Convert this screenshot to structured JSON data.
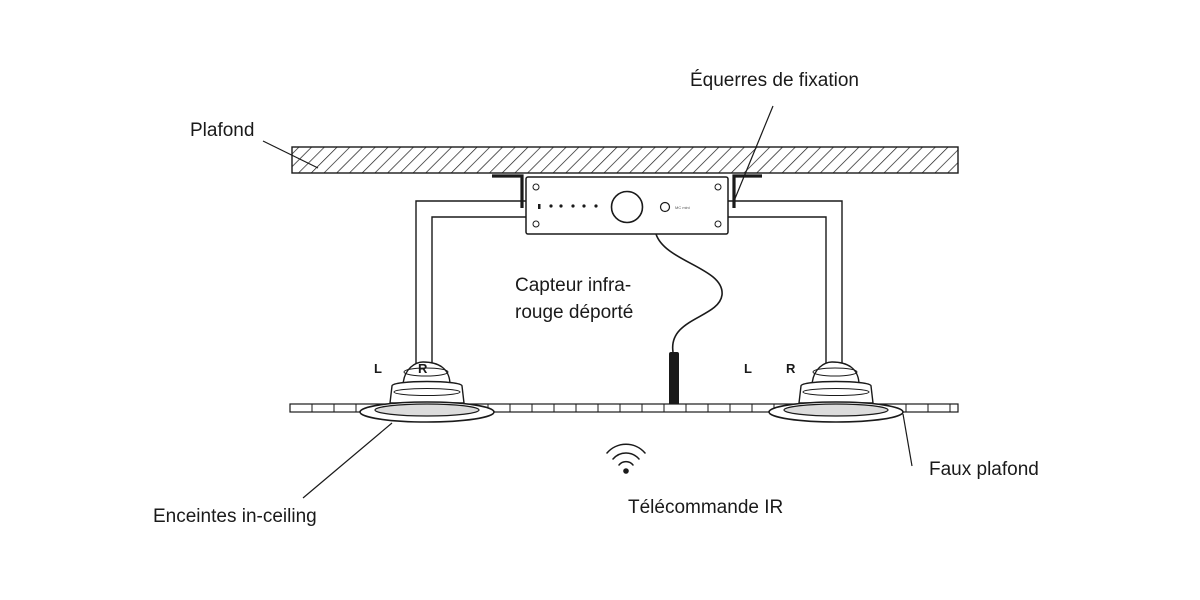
{
  "labels": {
    "brackets": "Équerres de fixation",
    "ceiling": "Plafond",
    "ir_sensor_line1": "Capteur infra-",
    "ir_sensor_line2": "rouge déporté",
    "false_ceiling": "Faux plafond",
    "speakers": "Enceintes in-ceiling",
    "remote": "Télécommande IR"
  },
  "speaker_left": {
    "l": "L",
    "r": "R"
  },
  "speaker_right": {
    "l": "L",
    "r": "R"
  },
  "amplifier": {
    "model": "MC mini"
  },
  "colors": {
    "line": "#1a1a1a",
    "fill": "#ffffff",
    "shadow": "#dcdcdc"
  },
  "icons": {
    "wifi": "wifi-icon"
  }
}
